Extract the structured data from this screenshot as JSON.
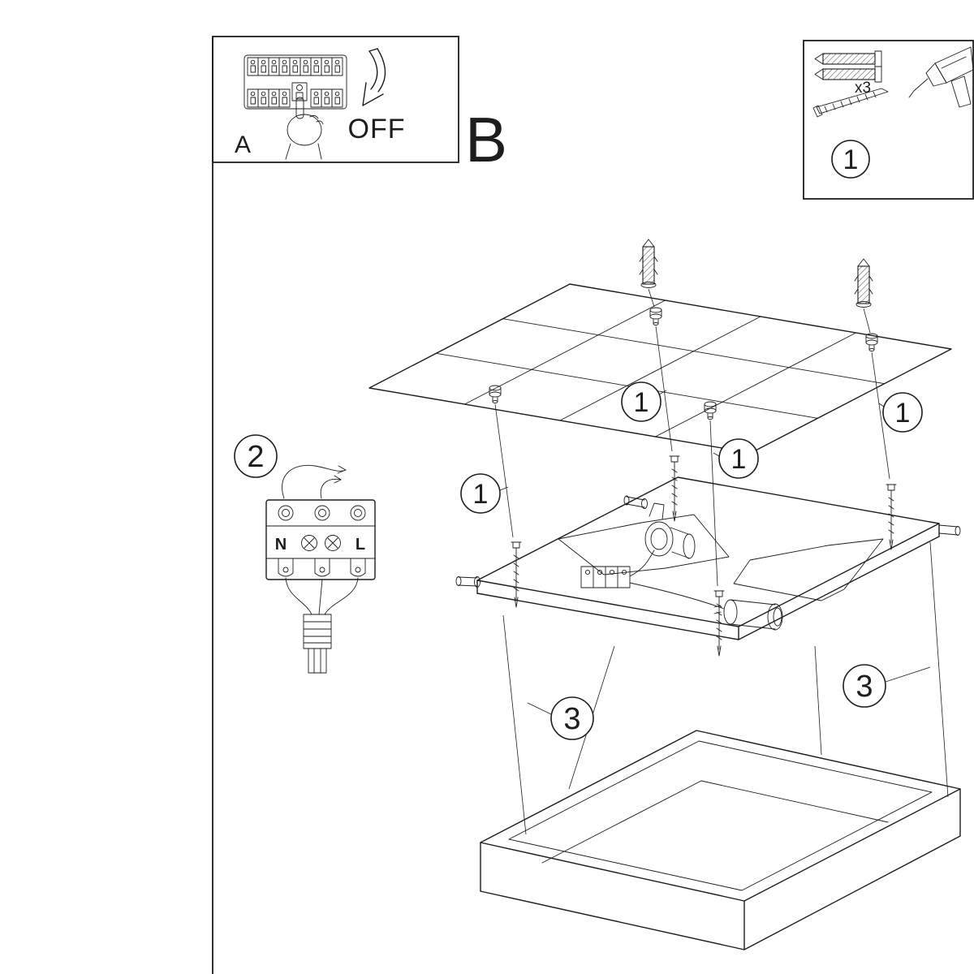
{
  "page": {
    "type": "lamp-installation-instruction-diagram",
    "background_color": "#ffffff",
    "line_color": "#1d1d1d"
  },
  "inset_breaker": {
    "label": "A",
    "switch_state": "OFF"
  },
  "section_label": "B",
  "parts_box": {
    "anchors_quantity": "x3",
    "step": "1"
  },
  "callouts": {
    "one": "1",
    "two": "2",
    "three": "3"
  },
  "terminal_block": {
    "neutral": "N",
    "live": "L"
  }
}
